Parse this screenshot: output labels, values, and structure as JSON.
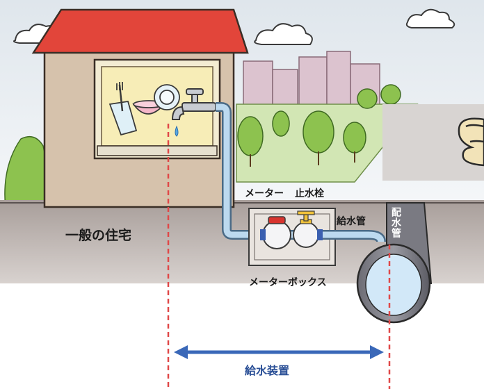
{
  "labels": {
    "house": "一般の住宅",
    "meter": "メーター",
    "stopcock": "止水栓",
    "supply_pipe": "給水管",
    "distribution_pipe": "配水管",
    "meter_box": "メーターボックス",
    "water_supply_equipment": "給水装置"
  },
  "colors": {
    "roof": "#e2453a",
    "wall": "#d6c2ac",
    "ground": "#b8ada8",
    "pipe": "#bcd9ef",
    "arrow": "#3a68b8",
    "boundary_line": "#e04848",
    "meter_red": "#d8332e",
    "stopcock_yellow": "#f0c23a",
    "trees": "#8dc24f",
    "buildings": "#d9b8c6"
  },
  "icons": [
    "cloud-icon",
    "house-icon",
    "faucet-icon",
    "dishes-icon",
    "tree-icon",
    "building-icon",
    "hand-icon",
    "meter-icon",
    "stopcock-icon"
  ]
}
